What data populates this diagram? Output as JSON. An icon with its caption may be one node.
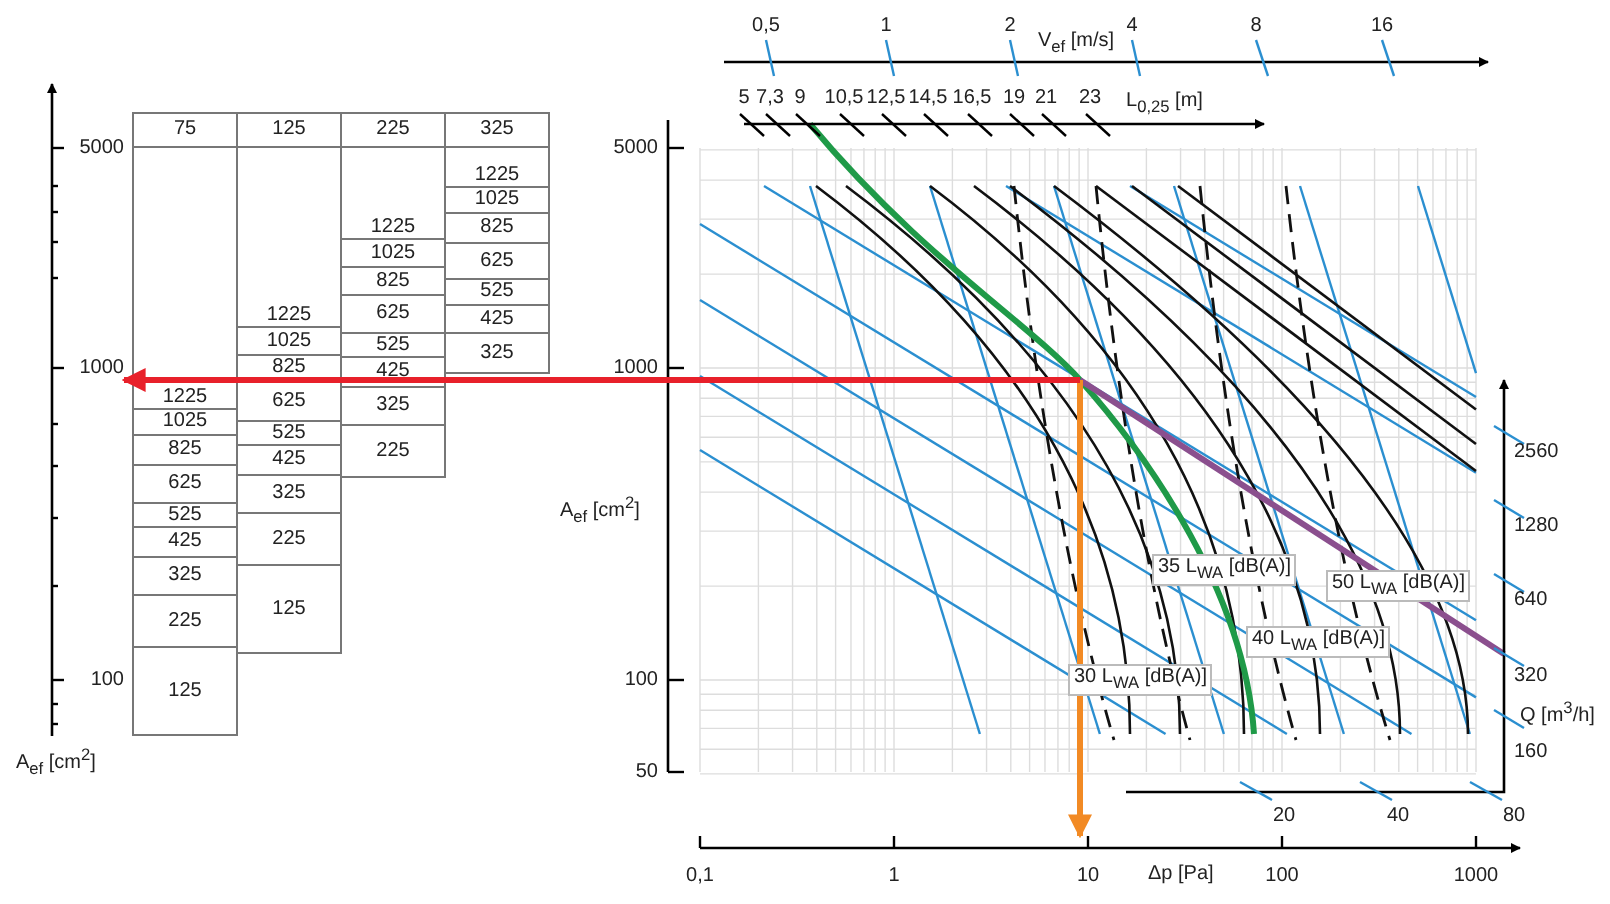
{
  "diagram": {
    "labels": [
      "0,5",
      "1",
      "2",
      "V$_{ef}$ [m/s]",
      "4",
      "8",
      "16",
      "5",
      "7,3",
      "9",
      "10,5",
      "12,5",
      "14,5",
      "16,5",
      "19",
      "21",
      "23",
      "L$_{0,25}$ [m]",
      "75",
      "125",
      "225",
      "325",
      "1225",
      "1025",
      "825",
      "625",
      "525",
      "425",
      "325",
      "225",
      "125",
      "1225",
      "1025",
      "825",
      "625",
      "525",
      "425",
      "325",
      "225",
      "125",
      "1225",
      "1025",
      "825",
      "625",
      "525",
      "425",
      "325",
      "225",
      "1225",
      "1025",
      "825",
      "625",
      "525",
      "425",
      "325",
      "5000",
      "1000",
      "100",
      "A$_{ef}$ [cm$^{2}$]",
      "5000",
      "1000",
      "A$_{ef}$ [cm$^{2}$]",
      "100",
      "50",
      "35 L$_{WA}$ [dB(A)]",
      "50 L$_{WA}$ [dB(A)]",
      "40 L$_{WA}$ [dB(A)]",
      "30 L$_{WA}$ [dB(A)]",
      "2560",
      "1280",
      "640",
      "320",
      "Q [m$^{3}$/h]",
      "160",
      "20",
      "40",
      "80",
      "0,1",
      "1",
      "10",
      "Δp [Pa]",
      "100",
      "1000"
    ]
  }
}
